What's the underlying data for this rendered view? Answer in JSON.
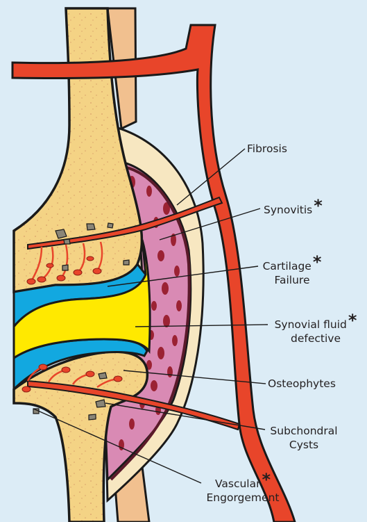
{
  "labels": {
    "fibrosis": "Fibrosis",
    "synovitis": "Synovitis",
    "cartilage_line1": "Cartilage",
    "cartilage_line2": "Failure",
    "synovial_line1": "Synovial fluid",
    "synovial_line2": "defective",
    "osteophytes": "Osteophytes",
    "subchondral_line1": "Subchondral",
    "subchondral_line2": "Cysts",
    "vascular_line1": "Vascular",
    "vascular_line2": "Engorgement",
    "star": "*"
  },
  "colors": {
    "background": "#dcecf6",
    "bone": "#f4d385",
    "cartilage": "#12a8e0",
    "synovial_fluid": "#ffe900",
    "synovium": "#d98ab4",
    "synovium_spots": "#9b2233",
    "capsule": "#f7e7c1",
    "vessel": "#e8452a",
    "tendon": "#f1c08f",
    "outline": "#1a1a1a",
    "cyst": "#8a8577"
  }
}
